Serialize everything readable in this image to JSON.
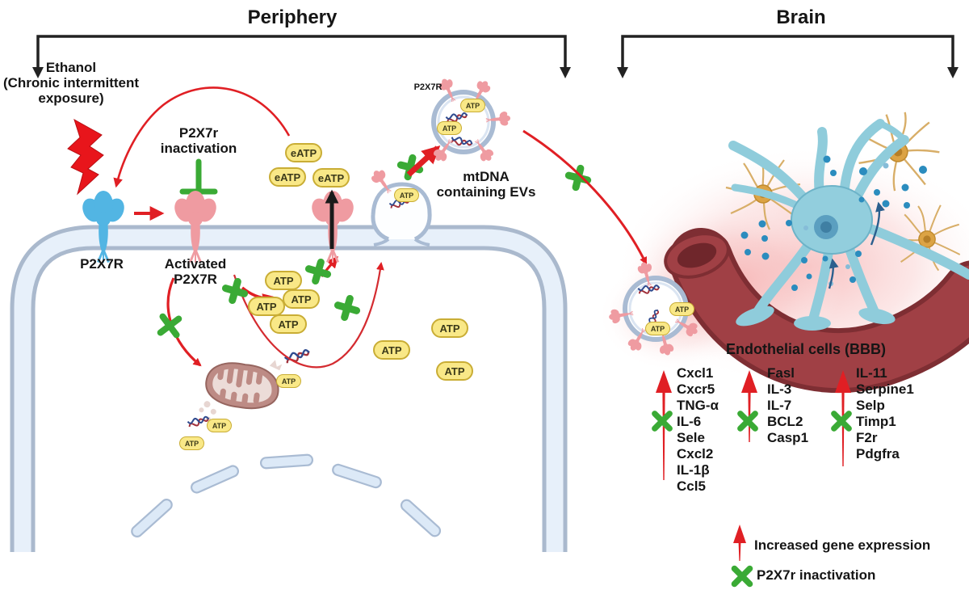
{
  "header": {
    "periphery": "Periphery",
    "brain": "Brain"
  },
  "labels": {
    "ethanol_line1": "Ethanol",
    "ethanol_line2": "(Chronic intermittent",
    "ethanol_line3": "exposure)",
    "p2x7r_inactivation_line1": "P2X7r",
    "p2x7r_inactivation_line2": "inactivation",
    "p2x7r_receptor": "P2X7R",
    "activated_line1": "Activated",
    "activated_line2": "P2X7R",
    "ev_receptor": "P2X7R",
    "mtdna_line1": "mtDNA",
    "mtdna_line2": "containing EVs",
    "endothelial": "Endothelial cells (BBB)",
    "atp": "ATP",
    "eatp": "eATP"
  },
  "genes": {
    "columns": [
      {
        "items": [
          "Cxcl1",
          "Cxcr5",
          "TNG-α",
          "IL-6",
          "Sele",
          "Cxcl2",
          "IL-1β",
          "Ccl5"
        ]
      },
      {
        "items": [
          "Fasl",
          "IL-3",
          "IL-7",
          "BCL2",
          "Casp1"
        ]
      },
      {
        "items": [
          "IL-11",
          "Serpine1",
          "Selp",
          "Timp1",
          "F2r",
          "Pdgfra"
        ]
      }
    ]
  },
  "legend": {
    "increased": "Increased gene expression",
    "inactivation": "P2X7r inactivation"
  },
  "colors": {
    "arrow_red": "#e01f24",
    "green": "#3aaa35",
    "atp_yellow": "#f9e887",
    "membrane_blue": "#e7f0fa",
    "membrane_edge": "#aab9cd",
    "receptor_blue": "#52b5e3",
    "receptor_pink": "#ef9ba1",
    "vessel_red": "#a04045",
    "astrocyte_teal": "#8fccdb",
    "neuron_tan": "#d9a040",
    "dot_blue": "#2b8cbe"
  }
}
